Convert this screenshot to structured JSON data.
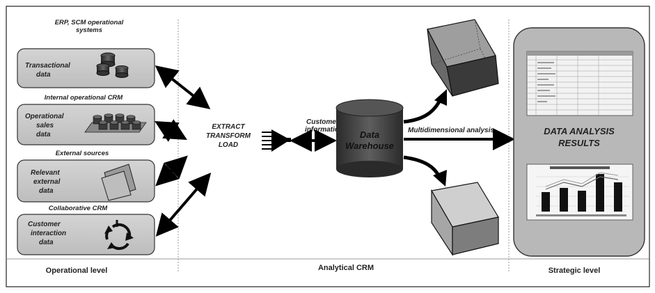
{
  "sources": [
    {
      "header_lines": [
        "ERP, SCM operational",
        "systems"
      ],
      "box_lines": [
        "Transactional",
        "data"
      ],
      "icon": "database-stack-icon"
    },
    {
      "header_lines": [
        "Internal operational CRM"
      ],
      "box_lines": [
        "Operational",
        "sales",
        "data"
      ],
      "icon": "database-cluster-icon"
    },
    {
      "header_lines": [
        "External sources"
      ],
      "box_lines": [
        "Relevant",
        "external",
        "data"
      ],
      "icon": "folder-icon"
    },
    {
      "header_lines": [
        "Collaborative CRM"
      ],
      "box_lines": [
        "Customer",
        "interaction",
        "data"
      ],
      "icon": "cycle-arrows-icon"
    }
  ],
  "etl_lines": [
    "EXTRACT",
    "TRANSFORM",
    "LOAD"
  ],
  "customer_info_lines": [
    "Customer",
    "information"
  ],
  "warehouse_lines": [
    "Data",
    "Warehouse"
  ],
  "multidim_label": "Multidimensional analysis",
  "results_lines": [
    "DATA ANALYSIS",
    "RESULTS"
  ],
  "levels": {
    "operational": "Operational level",
    "analytical": "Analytical CRM",
    "strategic": "Strategic level"
  }
}
